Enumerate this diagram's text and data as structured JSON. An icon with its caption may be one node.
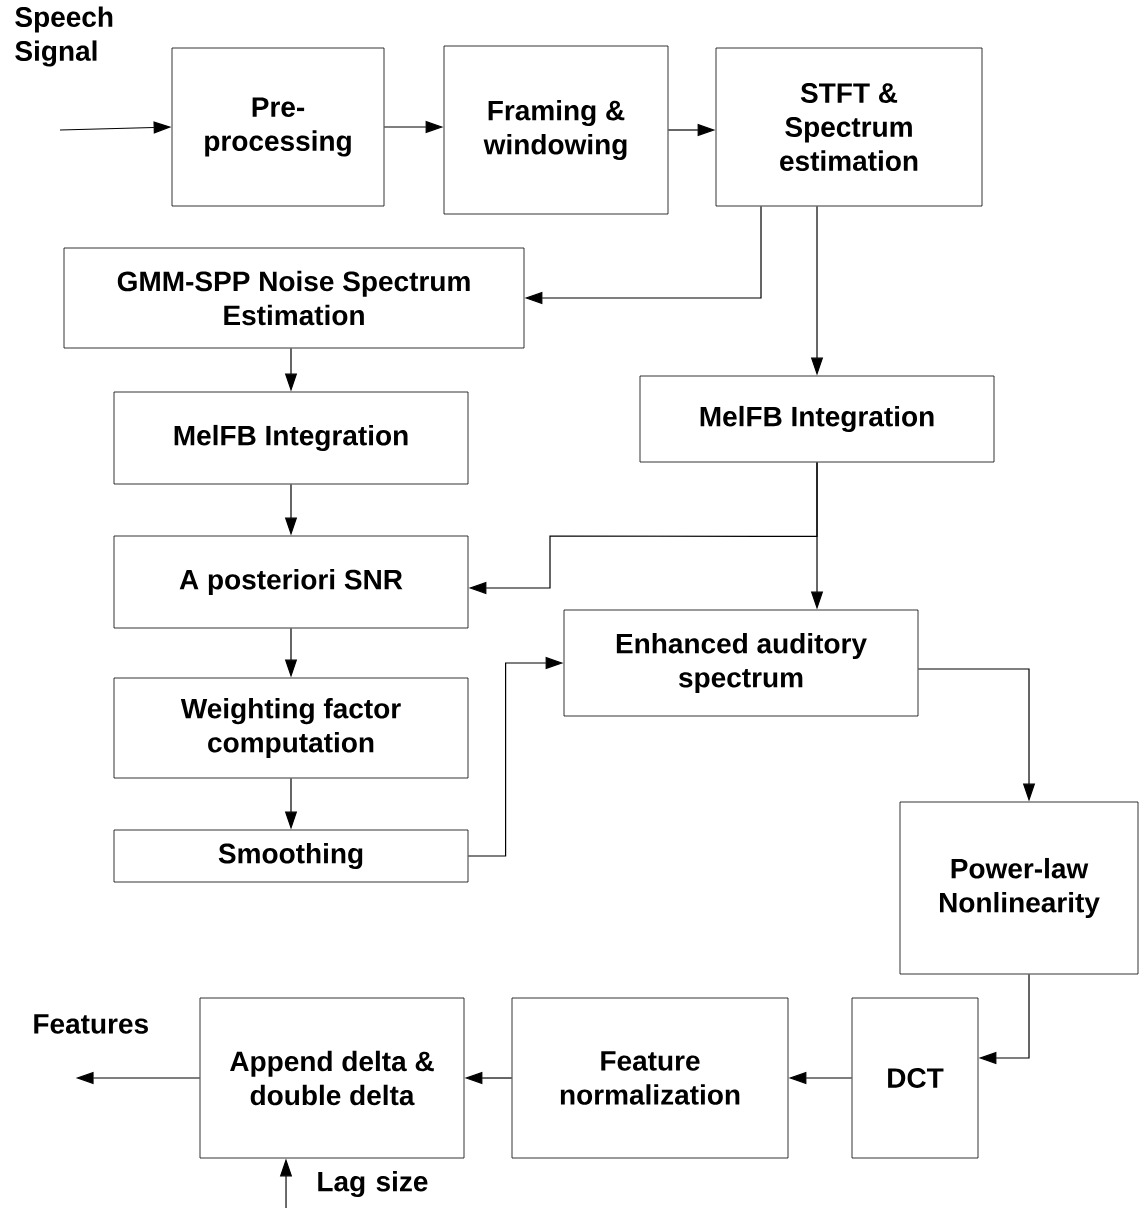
{
  "diagram": {
    "nodes": [
      {
        "text": [
          "Pre-processing"
        ]
      },
      {
        "text": [
          "Framing & windowing"
        ]
      },
      {
        "text": [
          "STFT & Spectrum estimation"
        ]
      },
      {
        "text": [
          "GMM-SPP Noise Spectrum Estimation"
        ]
      },
      {
        "text": [
          "MelFB Integration"
        ]
      },
      {
        "text": [
          "MelFB Integration"
        ]
      },
      {
        "text": [
          "A posteriori SNR"
        ]
      },
      {
        "text": [
          "Enhanced auditory spectrum"
        ]
      },
      {
        "text": [
          "Weighting factor computation"
        ]
      },
      {
        "text": [
          "Smoothing"
        ]
      },
      {
        "text": [
          "Power-law Nonlinearity"
        ]
      },
      {
        "text": [
          "DCT"
        ]
      },
      {
        "text": [
          "Feature normalization"
        ]
      },
      {
        "text": [
          "Append delta & double delta"
        ]
      }
    ],
    "edges": [
      {
        "from": null,
        "to": 0,
        "arrow": "to"
      },
      {
        "from": 0,
        "to": 1,
        "arrow": "to"
      },
      {
        "from": 1,
        "to": 2,
        "arrow": "to"
      },
      {
        "from": 2,
        "to": 3,
        "arrow": "to"
      },
      {
        "from": 2,
        "to": 5,
        "arrow": "to"
      },
      {
        "from": 3,
        "to": 4,
        "arrow": "to"
      },
      {
        "from": 4,
        "to": 6,
        "arrow": "to"
      },
      {
        "from": 5,
        "to": 6,
        "arrow": "to"
      },
      {
        "from": 5,
        "to": 7,
        "arrow": "to"
      },
      {
        "from": 6,
        "to": 8,
        "arrow": "to"
      },
      {
        "from": 8,
        "to": 9,
        "arrow": "to"
      },
      {
        "from": 9,
        "to": 7,
        "arrow": "to"
      },
      {
        "from": 7,
        "to": 10,
        "arrow": "to"
      },
      {
        "from": 10,
        "to": 11,
        "arrow": "to"
      },
      {
        "from": 11,
        "to": 12,
        "arrow": "to"
      },
      {
        "from": 12,
        "to": 13,
        "arrow": "to"
      },
      {
        "from": 13,
        "to": null,
        "arrow": "to"
      },
      {
        "from": null,
        "to": 13,
        "arrow": "to"
      }
    ],
    "labels": [
      "Speech Signal",
      "Features",
      "Lag size"
    ]
  }
}
